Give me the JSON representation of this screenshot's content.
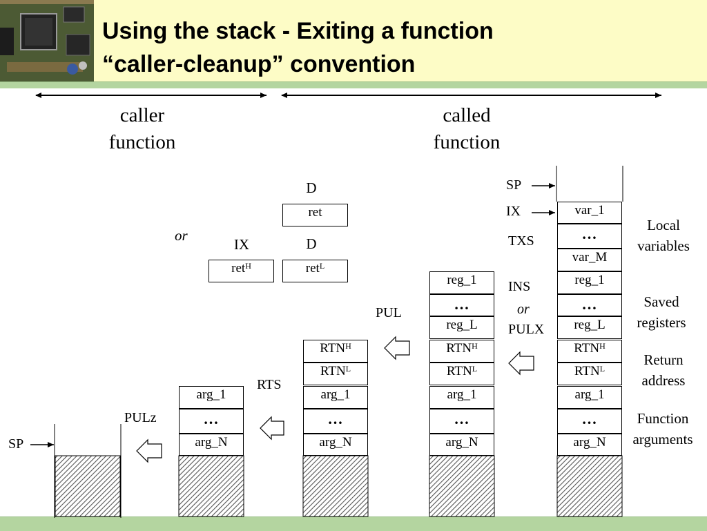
{
  "slide": {
    "title_line1": "Using the stack - Exiting a function",
    "title_line2": "“caller-cleanup” convention",
    "caller_label_1": "caller",
    "caller_label_2": "function",
    "called_label_1": "called",
    "called_label_2": "function"
  },
  "registers": {
    "d_top": "D",
    "ret": "ret",
    "or": "or",
    "ix": "IX",
    "d_bottom": "D",
    "ret_h_base": "ret",
    "ret_h_sub": "H",
    "ret_l_base": "ret",
    "ret_l_sub": "L"
  },
  "ops": {
    "sp_top": "SP",
    "ix": "IX",
    "txs": "TXS",
    "ins": "INS",
    "ins_or": "or",
    "pulx": "PULX",
    "pul": "PUL",
    "rts": "RTS",
    "pulz": "PULz",
    "sp_bottom": "SP"
  },
  "cells": {
    "var_1": "var_1",
    "ellipsis": "…",
    "var_m": "var_M",
    "reg_1": "reg_1",
    "reg_l": "reg_L",
    "rtn": "RTN",
    "sub_h": "H",
    "sub_l": "L",
    "arg_1": "arg_1",
    "arg_n": "arg_N"
  },
  "legend": {
    "local_1": "Local",
    "local_2": "variables",
    "saved_1": "Saved",
    "saved_2": "registers",
    "return_1": "Return",
    "return_2": "address",
    "func_1": "Function",
    "func_2": "arguments"
  },
  "colors": {
    "header_bg": "#fdfcc6",
    "bar_green": "#b4d5a0"
  }
}
